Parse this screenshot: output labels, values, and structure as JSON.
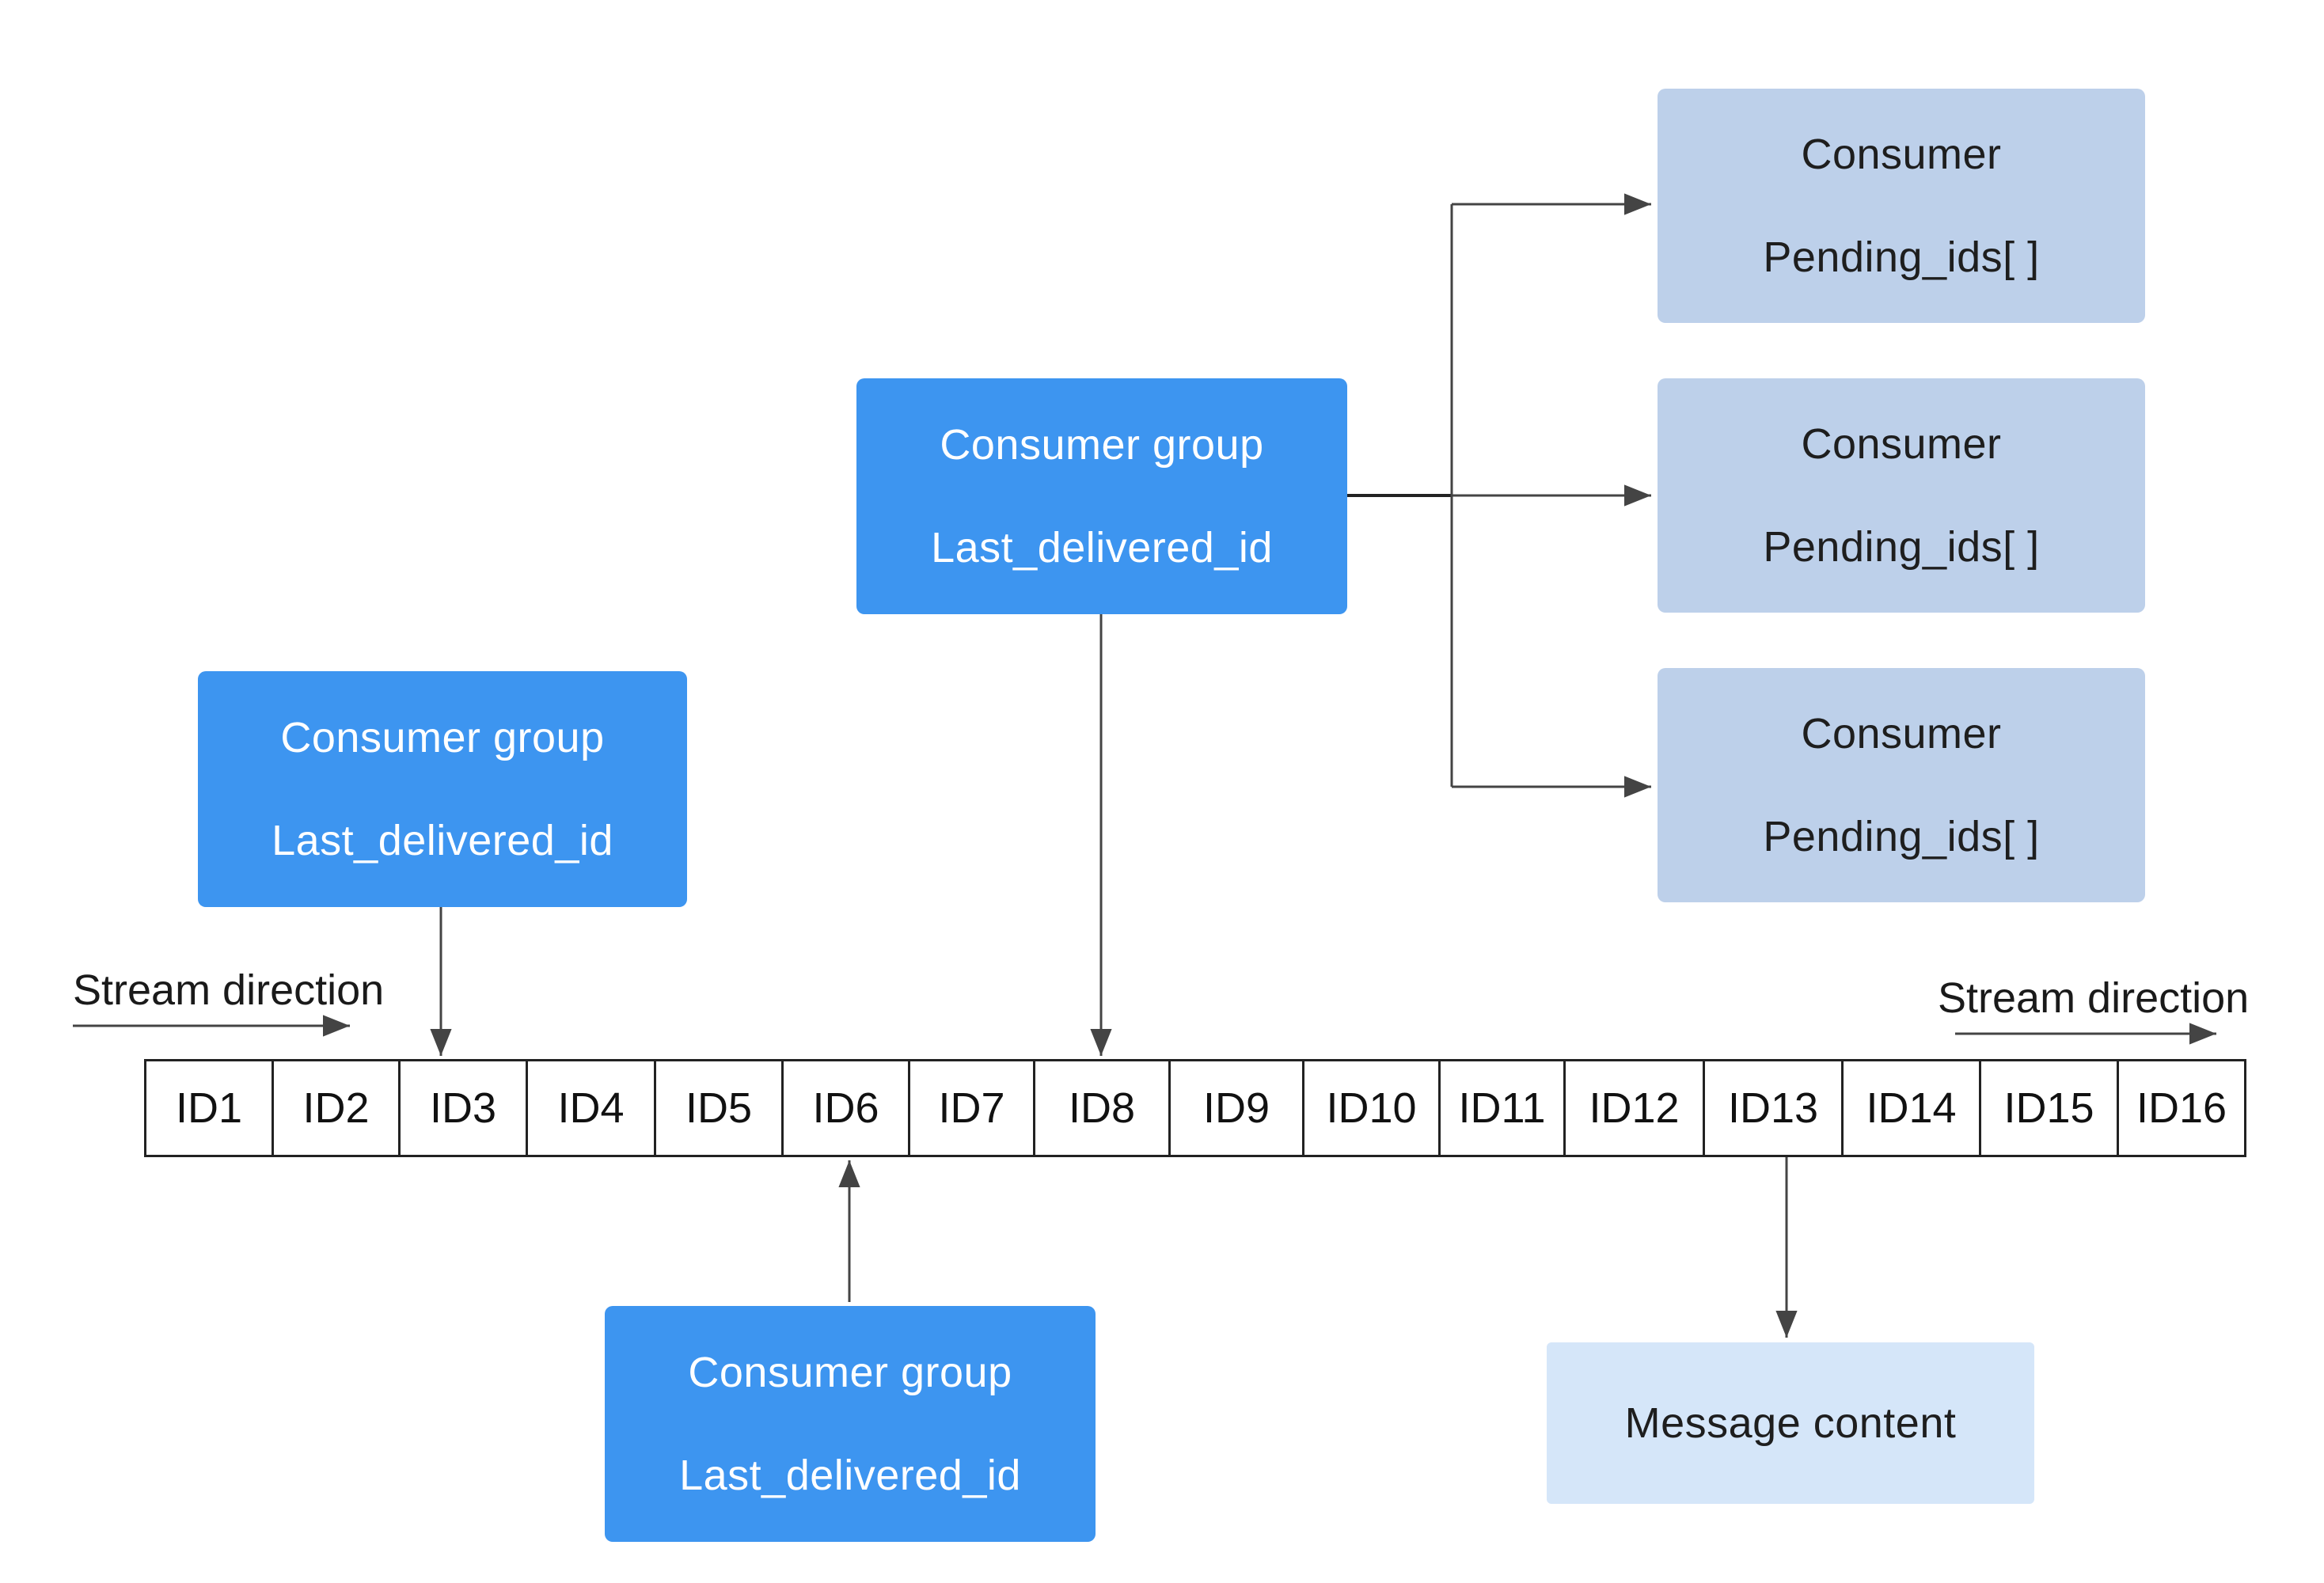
{
  "consumer_groups": [
    {
      "title": "Consumer group",
      "field": "Last_delivered_id"
    },
    {
      "title": "Consumer group",
      "field": "Last_delivered_id"
    },
    {
      "title": "Consumer group",
      "field": "Last_delivered_id"
    }
  ],
  "consumers": [
    {
      "title": "Consumer",
      "field": "Pending_ids[ ]"
    },
    {
      "title": "Consumer",
      "field": "Pending_ids[ ]"
    },
    {
      "title": "Consumer",
      "field": "Pending_ids[ ]"
    }
  ],
  "stream_direction_left": "Stream direction",
  "stream_direction_right": "Stream direction",
  "message_content": "Message content",
  "stream_ids": [
    "ID1",
    "ID2",
    "ID3",
    "ID4",
    "ID5",
    "ID6",
    "ID7",
    "ID8",
    "ID9",
    "ID10",
    "ID11",
    "ID12",
    "ID13",
    "ID14",
    "ID15",
    "ID16"
  ],
  "colors": {
    "consumer_group": "#3d95f0",
    "consumer": "#bdd0ea",
    "message": "#d5e6f9",
    "line": "#444444"
  }
}
